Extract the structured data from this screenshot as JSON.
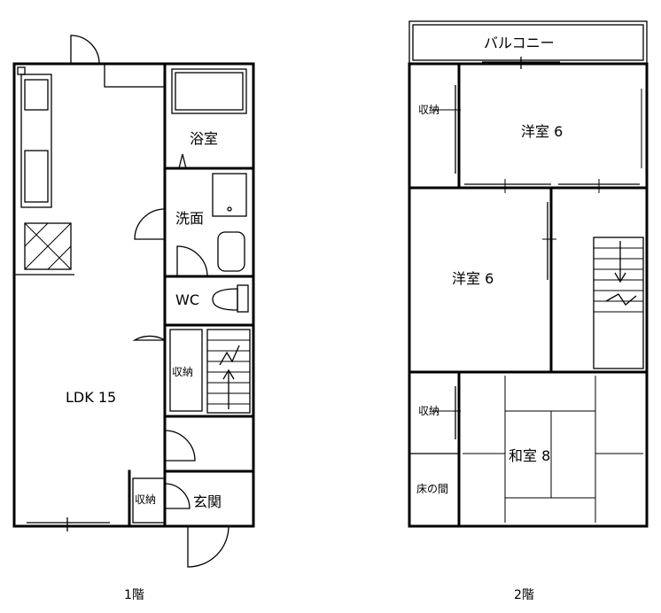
{
  "floor1": {
    "caption": "1階",
    "rooms": {
      "bath": "浴室",
      "washroom": "洗面",
      "wc": "WC",
      "storage": "収納",
      "ldk": "LDK 15",
      "entry_storage": "収納",
      "entrance": "玄関"
    }
  },
  "floor2": {
    "caption": "2階",
    "rooms": {
      "balcony": "バルコニー",
      "storage_top": "収納",
      "western_top": "洋室 6",
      "western_mid": "洋室 6",
      "storage_bottom": "収納",
      "tatami": "和室 8",
      "tokonoma": "床の間"
    }
  }
}
